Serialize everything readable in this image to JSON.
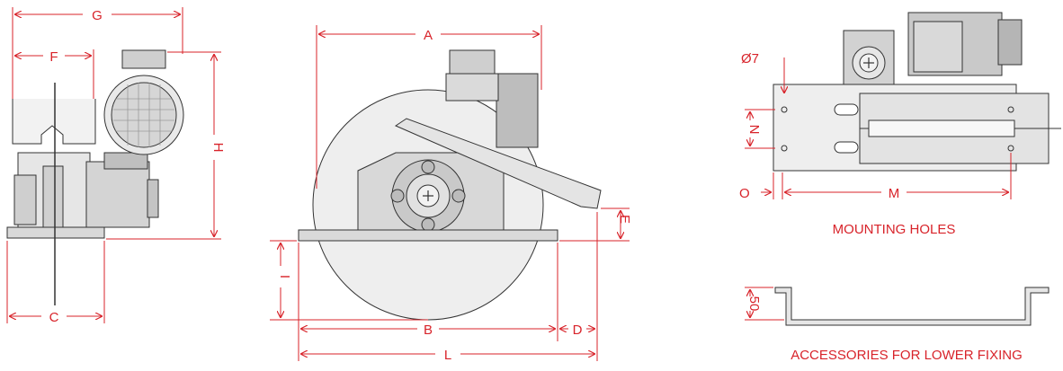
{
  "colors": {
    "dimension": "#d8232a",
    "outline": "#333333",
    "fill_light": "#f0f0f0",
    "fill_mid": "#d9d9d9",
    "fill_dark": "#bfbfbf"
  },
  "dimensions": {
    "G": "G",
    "F": "F",
    "H": "H",
    "C": "C",
    "A": "A",
    "E": "E",
    "I": "I",
    "B": "B",
    "D": "D",
    "L": "L",
    "hole": "Ø7",
    "N": "N",
    "O": "O",
    "M": "M",
    "height_50": "50"
  },
  "captions": {
    "mounting_holes": "MOUNTING HOLES",
    "accessories": "ACCESSORIES FOR LOWER FIXING"
  }
}
